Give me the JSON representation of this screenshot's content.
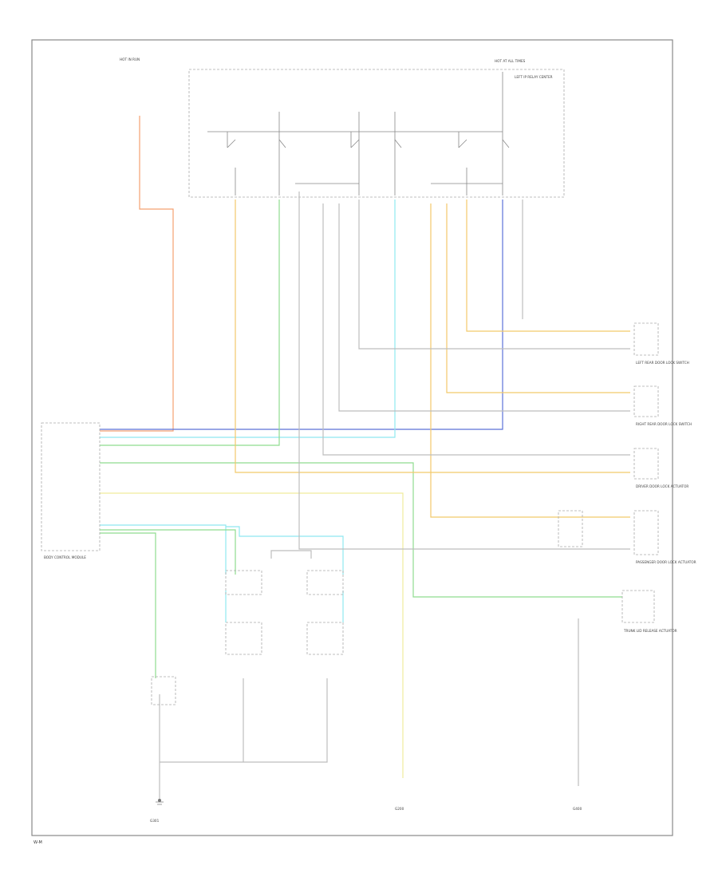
{
  "colors": {
    "orange": "#f5a070",
    "yellow": "#f2c96b",
    "green": "#8fdc8f",
    "cyan": "#8fe8f0",
    "blue": "#5c72d8",
    "gray": "#bdbdbd",
    "pale_yellow": "#f0ec9c",
    "frame": "#888888"
  },
  "labels": {
    "fuse_top_left": "HOT IN RUN",
    "fuse_top_right": "HOT AT ALL TIMES",
    "relay_block": "LEFT IP RELAY CENTER",
    "bcm": "BODY CONTROL MODULE",
    "left_rear_switch": "LEFT REAR DOOR LOCK SWITCH",
    "right_rear_switch": "RIGHT REAR DOOR LOCK SWITCH",
    "driver_actuator": "DRIVER DOOR LOCK ACTUATOR",
    "passenger_actuator": "PASSENGER DOOR LOCK ACTUATOR",
    "trunk_actuator": "TRUNK LID RELEASE ACTUATOR",
    "ground_left": "G301",
    "ground_mid": "G200",
    "ground_right": "G400",
    "footer": "W-M"
  }
}
